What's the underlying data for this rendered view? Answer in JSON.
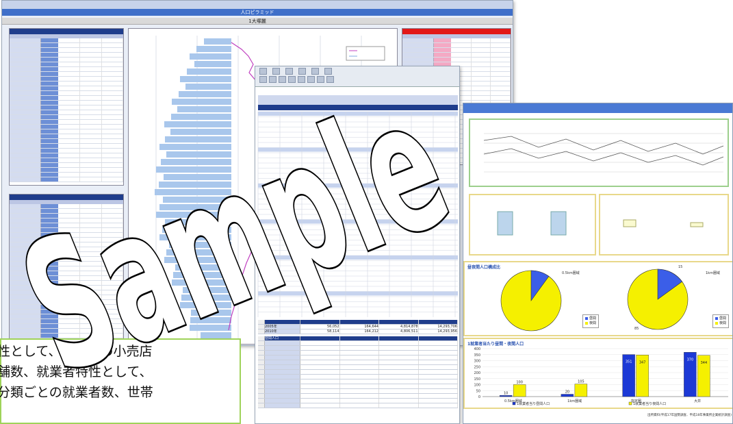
{
  "sheet_back": {
    "title": "人口ピラミッド",
    "subtitle": "1大塚麗",
    "rows": 25
  },
  "sheet_front": {
    "pie_section_title": "昼夜間人口構成比",
    "bar_section_title": "1就業者当たり昼間・夜間人口",
    "pie_left_label": "0.5km圏域",
    "pie_right_label": "1km圏域",
    "pie_left_values": {
      "small": 10,
      "large": 90
    },
    "pie_right_values": {
      "small": 15,
      "large": 85
    },
    "pie_right_top_number": "15",
    "pie_right_bottom_number": "85",
    "pie_legend": [
      "昼間",
      "夜間"
    ],
    "bar_categories": [
      "0.5km圏域",
      "1km圏域",
      "指定圏",
      "大井"
    ],
    "bar_series": [
      {
        "name": "1就業者当り昼間人口",
        "values": [
          10,
          20,
          351,
          370
        ]
      },
      {
        "name": "1就業者当り夜間人口",
        "values": [
          100,
          105,
          347,
          344
        ]
      }
    ],
    "bar_value_labels": [
      "10",
      "100",
      "20",
      "105",
      "351",
      "347",
      "370",
      "344"
    ],
    "bar_y_ticks": [
      "400",
      "350",
      "300",
      "250",
      "200",
      "150",
      "100",
      "50",
      "0"
    ],
    "footer_note": "出所資料(平成17年国勢調査、平成18年事業所企業統計調査)",
    "colors": {
      "pie_small": "#3b5ee8",
      "pie_large": "#f5f000",
      "bar_blue": "#1c39d6",
      "bar_yellow": "#f5f000"
    }
  },
  "sheet_mid": {
    "table_rows": [
      {
        "label": "2005年",
        "v1": "56,052",
        "v2": "164,644",
        "v3": "4,814,878",
        "v4": "14,293,706"
      },
      {
        "label": "2010年",
        "v1": "58,114",
        "v2": "164,212",
        "v3": "4,806,511",
        "v4": "14,293,956"
      }
    ],
    "section_title": "昼間人口"
  },
  "caption": {
    "lines": [
      "性として、産業別の小売店",
      "舗数、就業者特性として、",
      "分類ごとの就業者数、世帯"
    ]
  },
  "watermark": {
    "text": "Sample"
  }
}
